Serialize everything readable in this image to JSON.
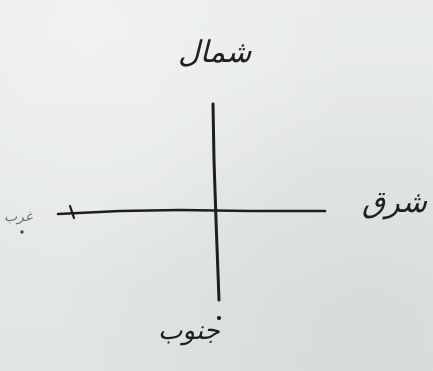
{
  "directions": {
    "north": "شمال",
    "east": "شرق",
    "south": "جنوب",
    "west": "غرب"
  },
  "colors": {
    "paper": "#e4e8e4",
    "ink": "#1e2024"
  }
}
